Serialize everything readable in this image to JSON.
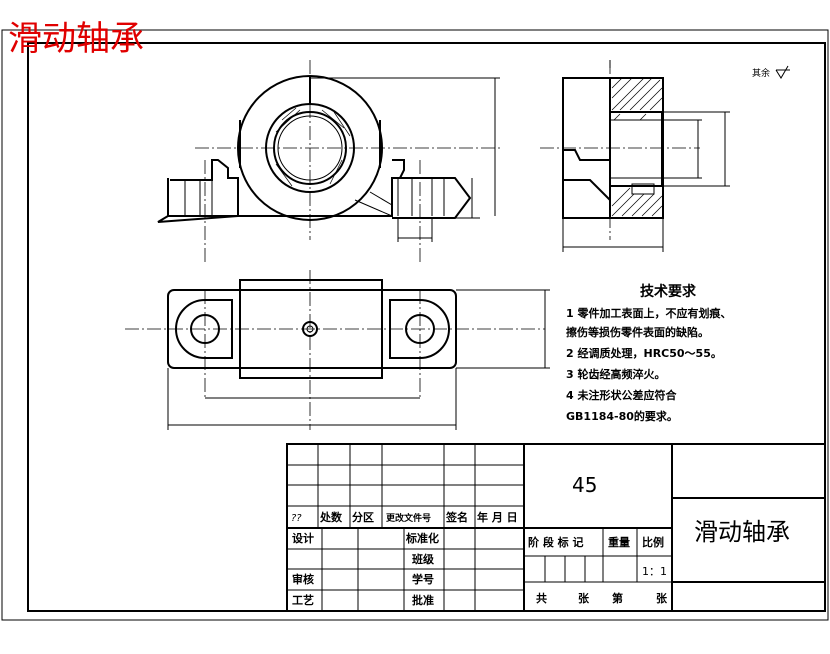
{
  "header": {
    "red_title": "滑动轴承"
  },
  "roughness": {
    "label": "其余"
  },
  "tech_requirements": {
    "title": "技术要求",
    "items": [
      "1  零件加工表面上，不应有划痕、",
      "擦伤等损伤零件表面的缺陷。",
      "2  经调质处理，HRC50～55。",
      "3  轮齿经高频淬火。",
      "4  未注形状公差应符合",
      "GB1184-80的要求。"
    ]
  },
  "title_block": {
    "material": "45",
    "part_name": "滑动轴承",
    "rev_row": {
      "mark": "??",
      "count": "处数",
      "zone": "分区",
      "doc_no": "更改文件号",
      "sign": "签名",
      "date": "年  月  日"
    },
    "roles": {
      "design": "设计",
      "standardize": "标准化",
      "class": "班级",
      "review": "审核",
      "student_no": "学号",
      "process": "工艺",
      "approve": "批准"
    },
    "stage_label": "阶 段 标 记",
    "weight_label": "重量",
    "scale_label": "比例",
    "scale_value": "1：1",
    "sheets": {
      "total": "共",
      "sheet_a": "张",
      "nth": "第",
      "sheet_b": "张"
    }
  }
}
